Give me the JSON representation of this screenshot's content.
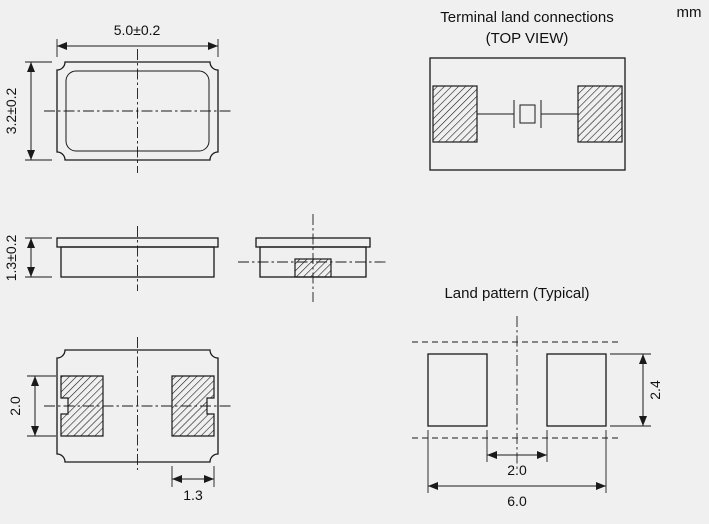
{
  "unit_label": "mm",
  "views": {
    "top": {
      "width_dim": "5.0±0.2",
      "height_dim": "3.2±0.2"
    },
    "side": {
      "height_dim": "1.3±0.2"
    },
    "bottom": {
      "pad_length_dim": "2.0",
      "pad_width_dim": "1.3"
    },
    "terminal": {
      "title": "Terminal land connections",
      "subtitle": "(TOP VIEW)"
    },
    "land_pattern": {
      "title": "Land pattern (Typical)",
      "pad_height_dim": "2.4",
      "gap_dim": "2.0",
      "overall_width_dim": "6.0"
    }
  }
}
